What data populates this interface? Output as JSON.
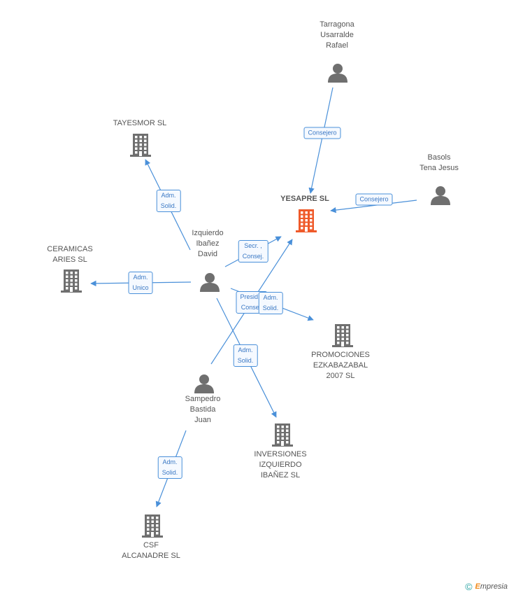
{
  "colors": {
    "edge": "#4a90d9",
    "company": "#6f6f6f",
    "company_main": "#ef5a2a",
    "person": "#6f6f6f"
  },
  "nodes": [
    {
      "id": "yesapre",
      "kind": "company",
      "main": true,
      "label": "YESAPRE SL"
    },
    {
      "id": "tayesmor",
      "kind": "company",
      "label": "TAYESMOR SL"
    },
    {
      "id": "ceramicas",
      "kind": "company",
      "label": "CERAMICAS\nARIES SL"
    },
    {
      "id": "promociones",
      "kind": "company",
      "label": "PROMOCIONES\nEZKABAZABAL\n2007 SL"
    },
    {
      "id": "inversiones",
      "kind": "company",
      "label": "INVERSIONES\nIZQUIERDO\nIBAÑEZ SL"
    },
    {
      "id": "csf",
      "kind": "company",
      "label": "CSF\nALCANADRE SL"
    },
    {
      "id": "tarragona",
      "kind": "person",
      "label": "Tarragona\nUsarralde\nRafael"
    },
    {
      "id": "basols",
      "kind": "person",
      "label": "Basols\nTena Jesus"
    },
    {
      "id": "izquierdo",
      "kind": "person",
      "label": "Izquierdo\nIbañez\nDavid"
    },
    {
      "id": "sampedro",
      "kind": "person",
      "label": "Sampedro\nBastida\nJuan"
    }
  ],
  "edges": [
    {
      "from": "tarragona",
      "to": "yesapre",
      "label": "Consejero"
    },
    {
      "from": "basols",
      "to": "yesapre",
      "label": "Consejero"
    },
    {
      "from": "izquierdo",
      "to": "yesapre",
      "label": "Secr. ,\nConsej."
    },
    {
      "from": "sampedro",
      "to": "yesapre",
      "label": "Presid. ,\nConsej."
    },
    {
      "from": "izquierdo",
      "to": "tayesmor",
      "label": "Adm.\nSolid."
    },
    {
      "from": "izquierdo",
      "to": "ceramicas",
      "label": "Adm.\nUnico"
    },
    {
      "from": "izquierdo",
      "to": "promociones",
      "label": "Adm.\nSolid."
    },
    {
      "from": "izquierdo",
      "to": "inversiones",
      "label": "Adm.\nSolid."
    },
    {
      "from": "sampedro",
      "to": "csf",
      "label": "Adm.\nSolid."
    }
  ],
  "footer": {
    "copyright": "©",
    "brand_initial": "E",
    "brand_rest": "mpresia"
  }
}
